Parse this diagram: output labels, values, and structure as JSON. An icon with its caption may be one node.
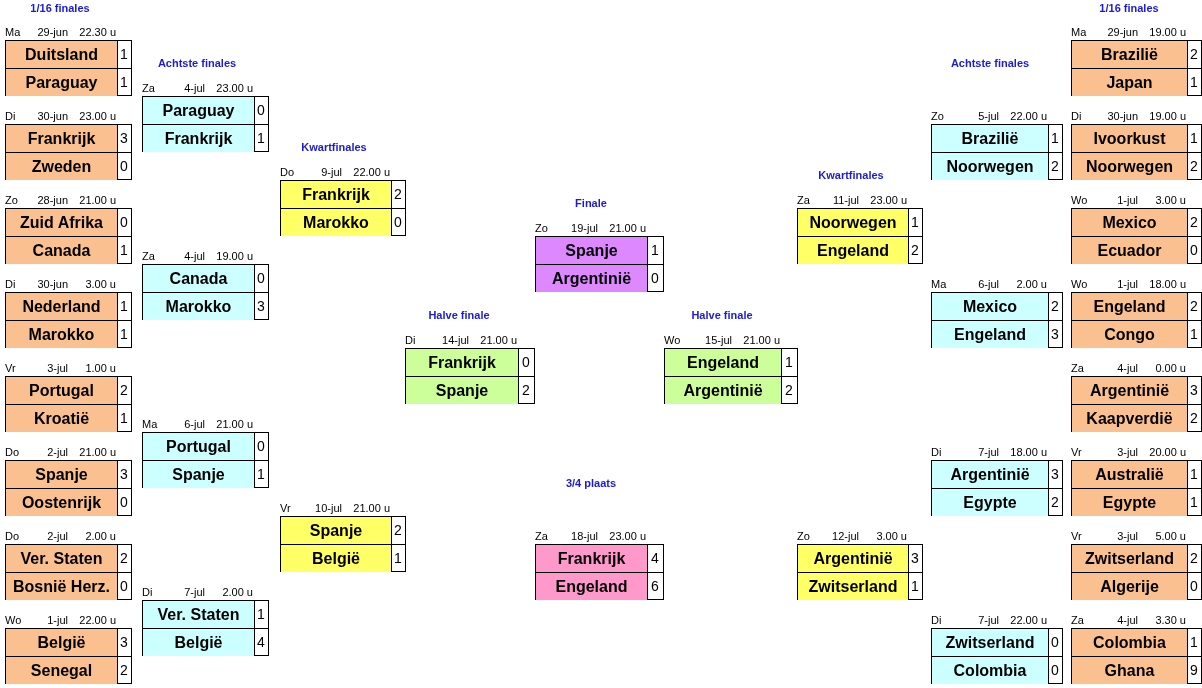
{
  "diagram": {
    "nodes": [
      {
        "text": [
          "Duitsland",
          "1",
          "Paraguay",
          "1"
        ],
        "beside": [
          "Ma",
          "29-jun",
          "22.30 u"
        ]
      },
      {
        "text": [
          "Frankrijk",
          "3",
          "Zweden",
          "0"
        ],
        "beside": [
          "Di",
          "30-jun",
          "23.00 u"
        ]
      },
      {
        "text": [
          "Zuid Afrika",
          "0",
          "Canada",
          "1"
        ],
        "beside": [
          "Zo",
          "28-jun",
          "21.00 u"
        ]
      },
      {
        "text": [
          "Nederland",
          "1",
          "Marokko",
          "1"
        ],
        "beside": [
          "Di",
          "30-jun",
          "3.00 u"
        ]
      },
      {
        "text": [
          "Portugal",
          "2",
          "Kroatië",
          "1"
        ],
        "beside": [
          "Vr",
          "3-jul",
          "1.00 u"
        ]
      },
      {
        "text": [
          "Spanje",
          "3",
          "Oostenrijk",
          "0"
        ],
        "beside": [
          "Do",
          "2-jul",
          "21.00 u"
        ]
      },
      {
        "text": [
          "Ver. Staten",
          "2",
          "Bosnië Herz.",
          "0"
        ],
        "beside": [
          "Do",
          "2-jul",
          "2.00 u"
        ]
      },
      {
        "text": [
          "België",
          "3",
          "Senegal",
          "2"
        ],
        "beside": [
          "Wo",
          "1-jul",
          "22.00 u"
        ]
      },
      {
        "text": [
          "Paraguay",
          "0",
          "Frankrijk",
          "1"
        ],
        "beside": [
          "Za",
          "4-jul",
          "23.00 u"
        ]
      },
      {
        "text": [
          "Canada",
          "0",
          "Marokko",
          "3"
        ],
        "beside": [
          "Za",
          "4-jul",
          "19.00 u"
        ]
      },
      {
        "text": [
          "Portugal",
          "0",
          "Spanje",
          "1"
        ],
        "beside": [
          "Ma",
          "6-jul",
          "21.00 u"
        ]
      },
      {
        "text": [
          "Ver. Staten",
          "1",
          "België",
          "4"
        ],
        "beside": [
          "Di",
          "7-jul",
          "2.00 u"
        ]
      },
      {
        "text": [
          "Frankrijk",
          "2",
          "Marokko",
          "0"
        ],
        "beside": [
          "Do",
          "9-jul",
          "22.00 u"
        ]
      },
      {
        "text": [
          "Spanje",
          "2",
          "België",
          "1"
        ],
        "beside": [
          "Vr",
          "10-jul",
          "21.00 u"
        ]
      },
      {
        "text": [
          "Frankrijk",
          "0",
          "Spanje",
          "2"
        ],
        "beside": [
          "Di",
          "14-jul",
          "21.00 u"
        ]
      },
      {
        "text": [
          "Spanje",
          "1",
          "Argentinië",
          "0"
        ],
        "beside": [
          "Zo",
          "19-jul",
          "21.00 u"
        ]
      },
      {
        "text": [
          "Frankrijk",
          "4",
          "Engeland",
          "6"
        ],
        "beside": [
          "Za",
          "18-jul",
          "23.00 u"
        ]
      },
      {
        "text": [
          "Engeland",
          "1",
          "Argentinië",
          "2"
        ],
        "beside": [
          "Wo",
          "15-jul",
          "21.00 u"
        ]
      },
      {
        "text": [
          "Noorwegen",
          "1",
          "Engeland",
          "2"
        ],
        "beside": [
          "Za",
          "11-jul",
          "23.00 u"
        ]
      },
      {
        "text": [
          "Argentinië",
          "3",
          "Zwitserland",
          "1"
        ],
        "beside": [
          "Zo",
          "12-jul",
          "3.00 u"
        ]
      },
      {
        "text": [
          "Brazilië",
          "1",
          "Noorwegen",
          "2"
        ],
        "beside": [
          "Zo",
          "5-jul",
          "22.00 u"
        ]
      },
      {
        "text": [
          "Mexico",
          "2",
          "Engeland",
          "3"
        ],
        "beside": [
          "Ma",
          "6-jul",
          "2.00 u"
        ]
      },
      {
        "text": [
          "Argentinië",
          "3",
          "Egypte",
          "2"
        ],
        "beside": [
          "Di",
          "7-jul",
          "18.00 u"
        ]
      },
      {
        "text": [
          "Zwitserland",
          "0",
          "Colombia",
          "0"
        ],
        "beside": [
          "Di",
          "7-jul",
          "22.00 u"
        ]
      },
      {
        "text": [
          "Brazilië",
          "2",
          "Japan",
          "1"
        ],
        "beside": [
          "Ma",
          "29-jun",
          "19.00 u"
        ]
      },
      {
        "text": [
          "Ivoorkust",
          "1",
          "Noorwegen",
          "2"
        ],
        "beside": [
          "Di",
          "30-jun",
          "19.00 u"
        ]
      },
      {
        "text": [
          "Mexico",
          "2",
          "Ecuador",
          "0"
        ],
        "beside": [
          "Wo",
          "1-jul",
          "3.00 u"
        ]
      },
      {
        "text": [
          "Engeland",
          "2",
          "Congo",
          "1"
        ],
        "beside": [
          "Wo",
          "1-jul",
          "18.00 u"
        ]
      },
      {
        "text": [
          "Argentinië",
          "3",
          "Kaapverdië",
          "2"
        ],
        "beside": [
          "Za",
          "4-jul",
          "0.00 u"
        ]
      },
      {
        "text": [
          "Australië",
          "1",
          "Egypte",
          "1"
        ],
        "beside": [
          "Vr",
          "3-jul",
          "20.00 u"
        ]
      },
      {
        "text": [
          "Zwitserland",
          "2",
          "Algerije",
          "0"
        ],
        "beside": [
          "Vr",
          "3-jul",
          "5.00 u"
        ]
      },
      {
        "text": [
          "Colombia",
          "1",
          "Ghana",
          "9"
        ],
        "beside": [
          "Za",
          "4-jul",
          "3.30 u"
        ]
      }
    ],
    "labels": [
      "1/16 finales",
      "1/16 finales",
      "Achtste finales",
      "Achtste finales",
      "Kwartfinales",
      "Kwartfinales",
      "Finale",
      "Halve finale",
      "Halve finale",
      "3/4 plaats"
    ]
  }
}
